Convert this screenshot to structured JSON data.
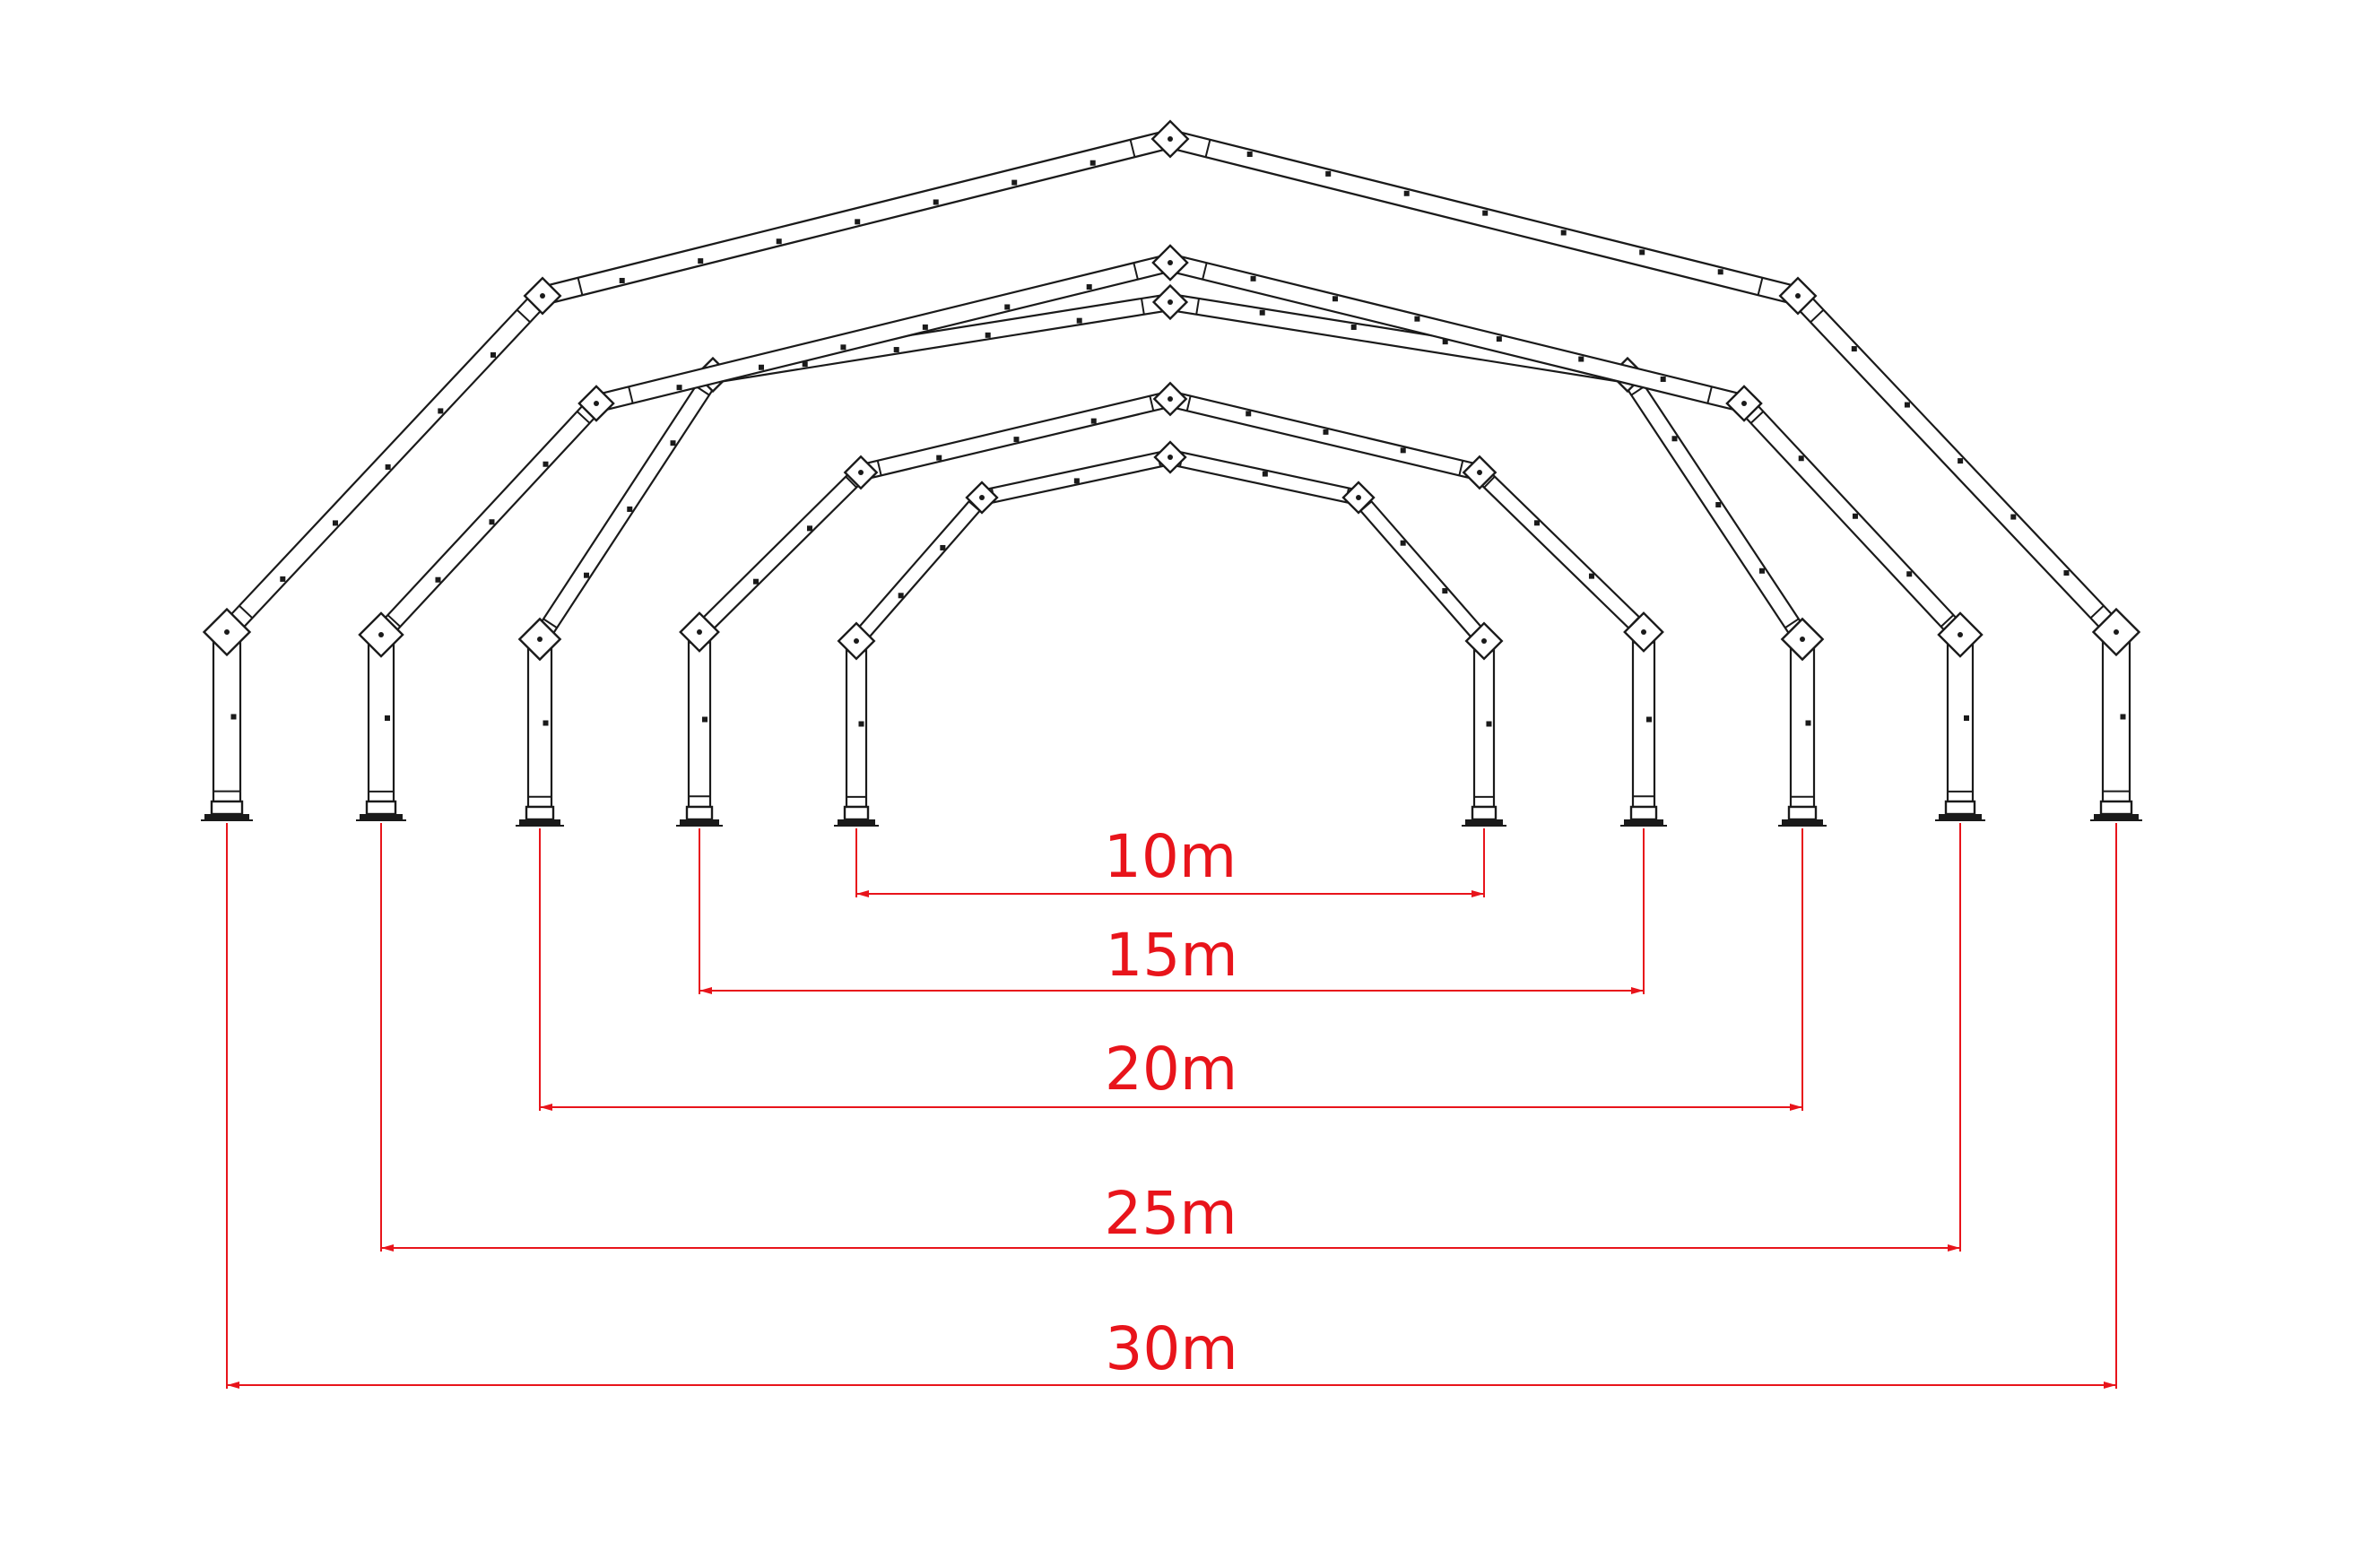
{
  "colors": {
    "frame": "#1a1a1a",
    "dimension": "#e8141b",
    "background": "#ffffff"
  },
  "frames": [
    {
      "span_label": "10m"
    },
    {
      "span_label": "15m"
    },
    {
      "span_label": "20m"
    },
    {
      "span_label": "25m"
    },
    {
      "span_label": "30m"
    }
  ]
}
